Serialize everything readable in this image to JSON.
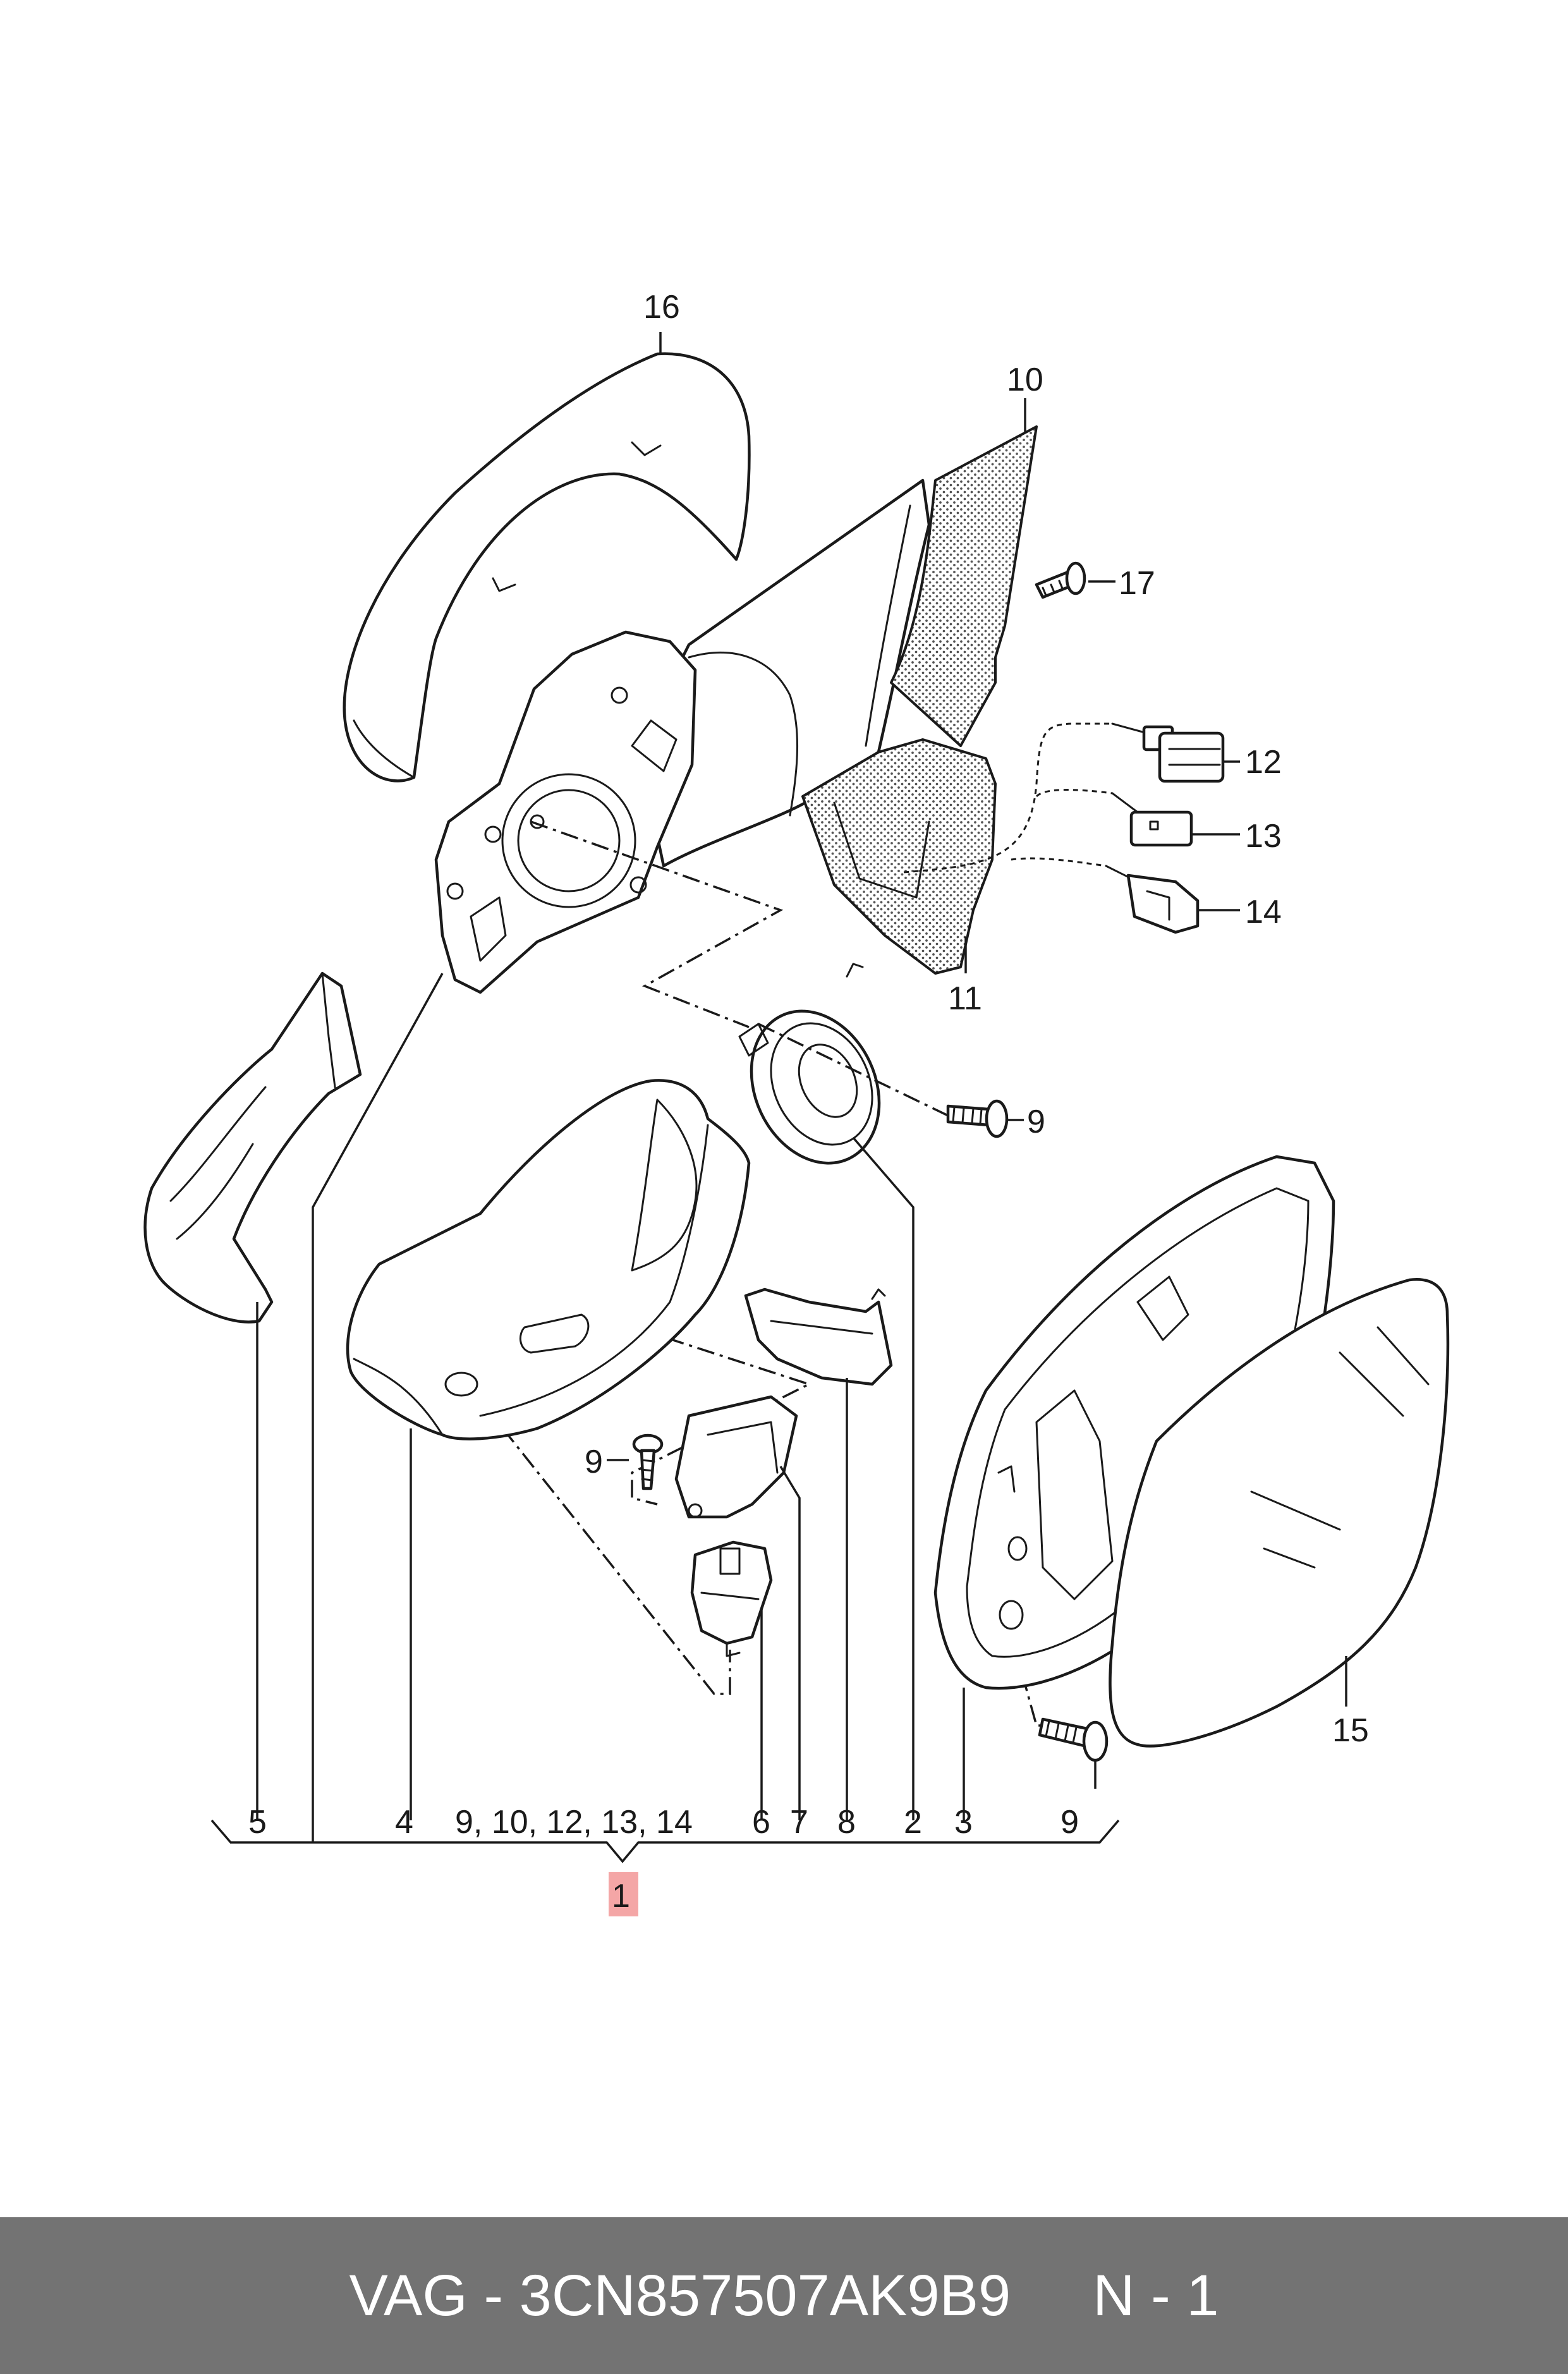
{
  "callouts": {
    "c16": "16",
    "c10": "10",
    "c17": "17",
    "c12": "12",
    "c13": "13",
    "c14": "14",
    "c11": "11",
    "c9_motor": "9",
    "c15": "15",
    "c9_holder": "9",
    "c9_bottom": "9"
  },
  "bottom_labels": {
    "l5": "5",
    "l4": "4",
    "l_group": "9, 10, 12, 13, 14",
    "l6": "6",
    "l7": "7",
    "l8": "8",
    "l2": "2",
    "l3": "3",
    "l9": "9"
  },
  "assembly_label": "1",
  "colors": {
    "assembly_highlight": "#f4a6a6",
    "footer_bg": "#737373",
    "footer_text": "#ffffff"
  },
  "footer": {
    "part_number": "VAG - 3CN857507AK9B9",
    "page": "N - 1"
  }
}
